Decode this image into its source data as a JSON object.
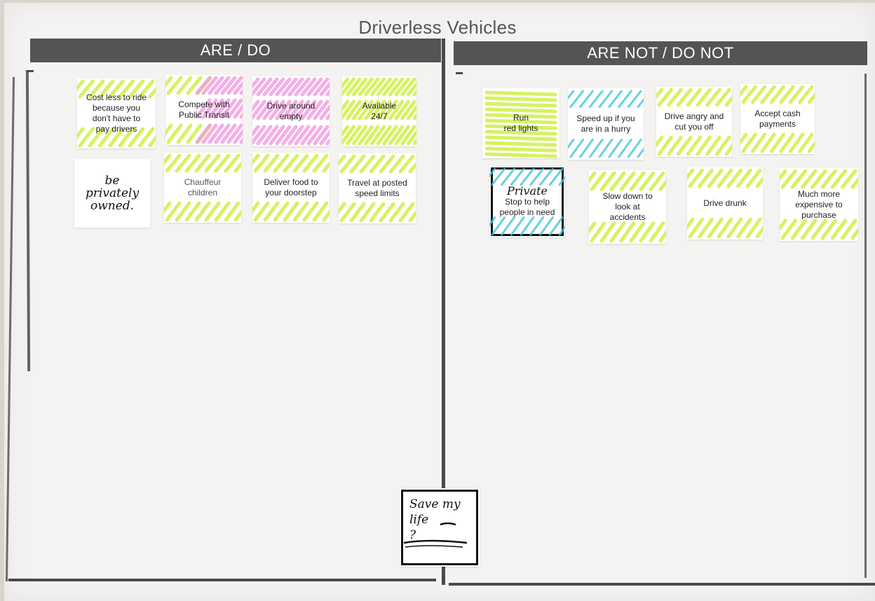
{
  "board": {
    "title": "Driverless Vehicles",
    "left_header": "ARE / DO",
    "right_header": "ARE NOT / DO NOT"
  },
  "colors": {
    "lime": "#cdef3c",
    "pink": "#f29ae0",
    "cyan": "#3fc6dc",
    "header": "#545454"
  },
  "notes": {
    "n1": "Cost less to ride\nbecause you\ndon't have to\npay drivers",
    "n2": "Compete with\nPublic Transit",
    "n3": "Drive around\nempty",
    "n4": "Available\n24/7",
    "n5": "be privately\nowned.",
    "n6": "Chauffeur\nchildren",
    "n7": "Deliver food to\nyour doorstep",
    "n8": "Travel at posted\nspeed limits",
    "r1": "Run\nred lights",
    "r2": "Speed up if you\nare in a hurry",
    "r3": "Drive angry and\ncut you off",
    "r4": "Accept cash\npayments",
    "r5_hand": "Private",
    "r5": "Stop to help\npeople in need",
    "r6": "Slow down to\nlook at\naccidents",
    "r7": "Drive drunk",
    "r8": "Much more\nexpensive to\npurchase",
    "bottom": "Save my\nlife\n?"
  }
}
